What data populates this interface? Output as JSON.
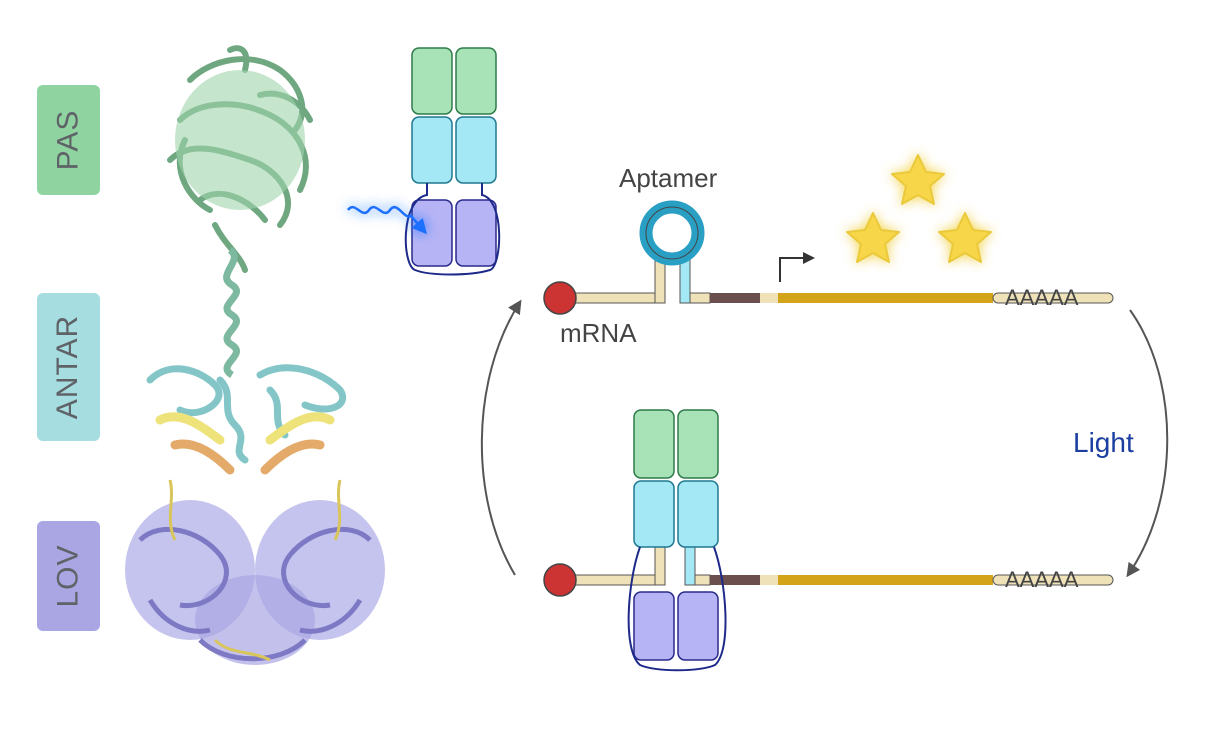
{
  "domains": {
    "pas": {
      "label": "PAS",
      "color": "#8fd3a0"
    },
    "antar": {
      "label": "ANTAR",
      "color": "#a5dde0"
    },
    "lov": {
      "label": "LOV",
      "color": "#a9a6e3"
    }
  },
  "labels": {
    "aptamer": "Aptamer",
    "mrna": "mRNA",
    "polya_top": "AAAAA",
    "polya_bottom": "AAAAA",
    "light": "Light"
  },
  "colors": {
    "pas_block": "#a8e3b8",
    "antar_block": "#a5e8f5",
    "lov_block": "#b7b4f5",
    "lov_outline": "#1e2a8a",
    "cap": "#cc3333",
    "utr": "#efe2b8",
    "dark_segment": "#6b4e4e",
    "cds": "#d4a418",
    "aptamer_loop": "#2a9fc4",
    "light_text": "#1a3fa0",
    "arrow": "#555555",
    "star": "#f7d64a"
  },
  "icons": [
    "light-wave-icon",
    "transcription-arrow-icon",
    "star-icon"
  ]
}
